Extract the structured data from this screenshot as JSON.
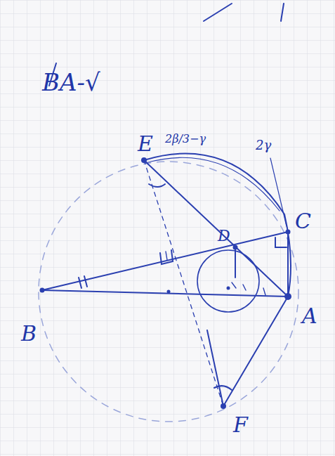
{
  "diagram": {
    "labels": [
      "BA-√",
      "E",
      "2β/3−γ",
      "2γ",
      "C",
      "D",
      "B",
      "A",
      "F"
    ]
  }
}
